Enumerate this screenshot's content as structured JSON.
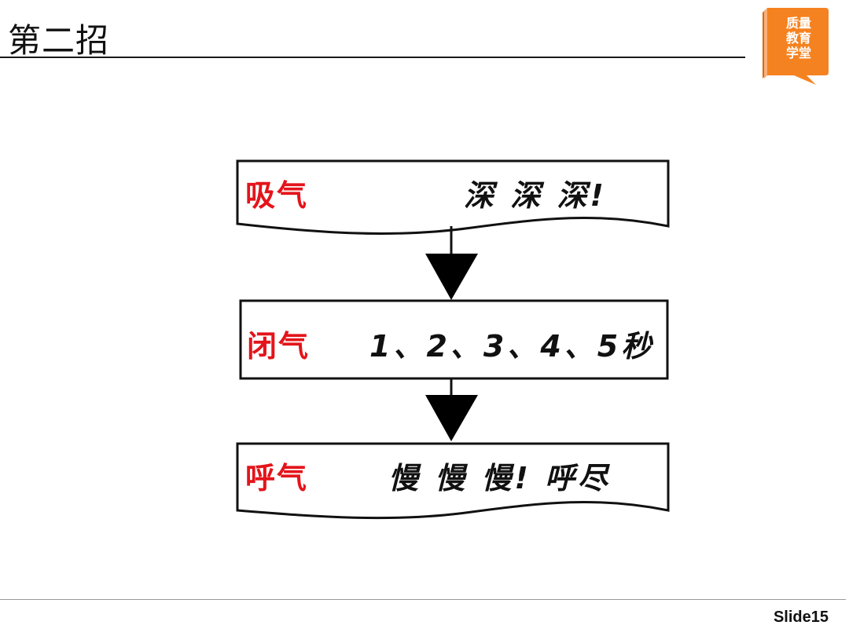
{
  "header": {
    "title": "第二招"
  },
  "logo": {
    "lines": [
      "质量",
      "教育",
      "学堂"
    ],
    "color": "#f58220"
  },
  "steps": [
    {
      "label": "吸气",
      "text": "深 深 深!"
    },
    {
      "label": "闭气",
      "text": "1、2、3、4、5秒"
    },
    {
      "label": "呼气",
      "text": "慢 慢 慢! 呼尽"
    }
  ],
  "footer": {
    "slide": "Slide15"
  },
  "colors": {
    "label": "#e4141b",
    "text": "#111111"
  }
}
